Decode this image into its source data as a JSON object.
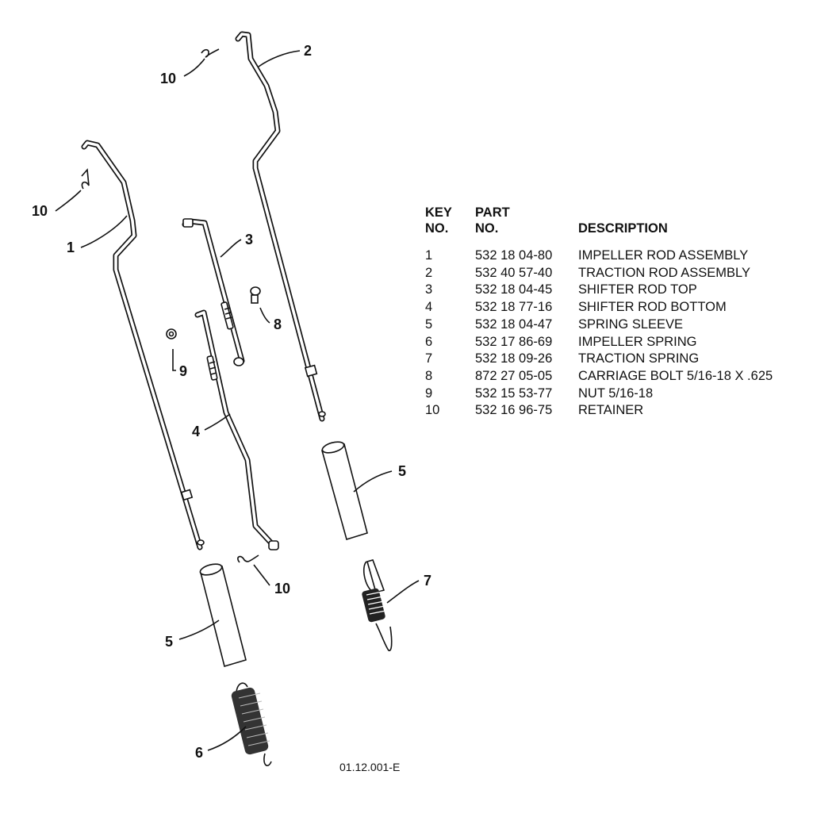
{
  "callouts": {
    "c1": "1",
    "c2": "2",
    "c3": "3",
    "c4": "4",
    "c5a": "5",
    "c5b": "5",
    "c6": "6",
    "c7": "7",
    "c8": "8",
    "c9": "9",
    "c10a": "10",
    "c10b": "10",
    "c10c": "10"
  },
  "figure_id": "01.12.001-E",
  "table": {
    "header": {
      "key_line1": "KEY",
      "key_line2": "NO.",
      "part_line1": "PART",
      "part_line2": "NO.",
      "description": "DESCRIPTION"
    },
    "rows": [
      {
        "key": "1",
        "part": "532 18 04-80",
        "description": "IMPELLER ROD ASSEMBLY"
      },
      {
        "key": "2",
        "part": "532 40 57-40",
        "description": "TRACTION ROD ASSEMBLY"
      },
      {
        "key": "3",
        "part": "532 18 04-45",
        "description": "SHIFTER ROD TOP"
      },
      {
        "key": "4",
        "part": "532 18 77-16",
        "description": "SHIFTER ROD BOTTOM"
      },
      {
        "key": "5",
        "part": "532 18 04-47",
        "description": "SPRING SLEEVE"
      },
      {
        "key": "6",
        "part": "532 17 86-69",
        "description": "IMPELLER SPRING"
      },
      {
        "key": "7",
        "part": "532 18 09-26",
        "description": "TRACTION SPRING"
      },
      {
        "key": "8",
        "part": "872 27 05-05",
        "description": "CARRIAGE BOLT 5/16-18 X .625"
      },
      {
        "key": "9",
        "part": "532 15 53-77",
        "description": "NUT 5/16-18"
      },
      {
        "key": "10",
        "part": "532 16 96-75",
        "description": "RETAINER"
      }
    ]
  }
}
